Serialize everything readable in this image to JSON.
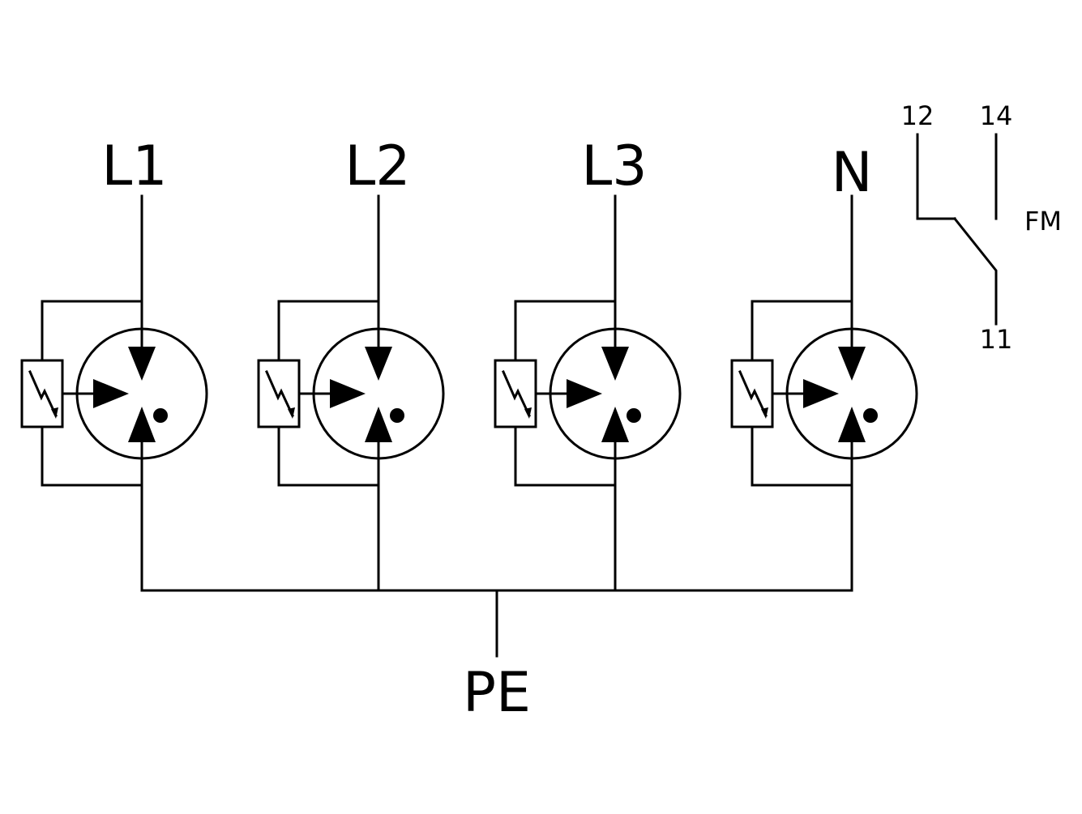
{
  "diagram": {
    "phases": [
      {
        "label": "L1"
      },
      {
        "label": "L2"
      },
      {
        "label": "L3"
      },
      {
        "label": "N"
      }
    ],
    "ground_label": "PE",
    "contact": {
      "pin_common": "11",
      "pin_nc": "12",
      "pin_no": "14",
      "label": "FM"
    }
  }
}
